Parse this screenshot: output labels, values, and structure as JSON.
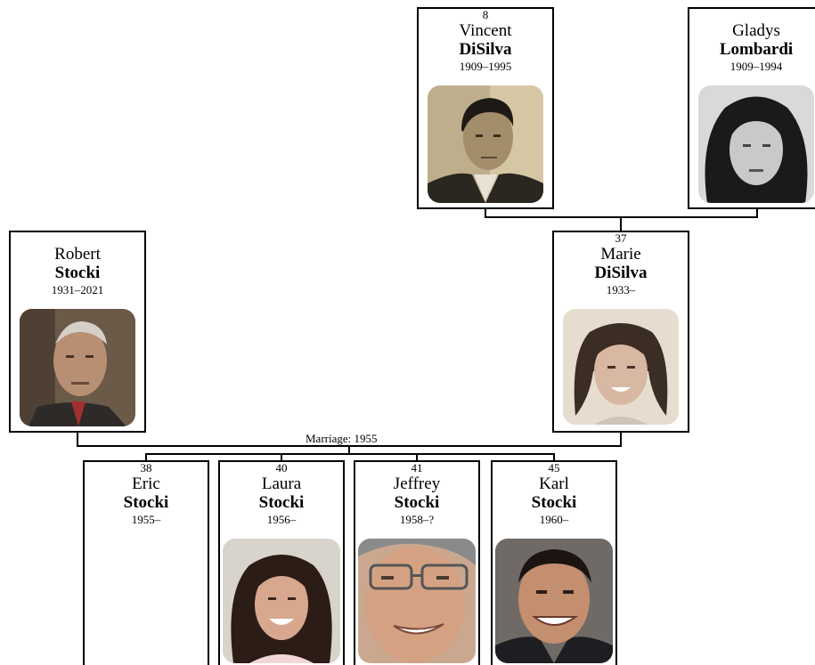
{
  "people": {
    "vincent": {
      "num": "8",
      "first": "Vincent",
      "last": "DiSilva",
      "years": "1909–1995"
    },
    "gladys": {
      "num": "",
      "first": "Gladys",
      "last": "Lombardi",
      "years": "1909–1994"
    },
    "robert": {
      "num": "",
      "first": "Robert",
      "last": "Stocki",
      "years": "1931–2021"
    },
    "marie": {
      "num": "37",
      "first": "Marie",
      "last": "DiSilva",
      "years": "1933–"
    },
    "eric": {
      "num": "38",
      "first": "Eric",
      "last": "Stocki",
      "years": "1955–"
    },
    "laura": {
      "num": "40",
      "first": "Laura",
      "last": "Stocki",
      "years": "1956–"
    },
    "jeffrey": {
      "num": "41",
      "first": "Jeffrey",
      "last": "Stocki",
      "years": "1958–?"
    },
    "karl": {
      "num": "45",
      "first": "Karl",
      "last": "Stocki",
      "years": "1960–"
    }
  },
  "marriage_label": "Marriage: 1955"
}
